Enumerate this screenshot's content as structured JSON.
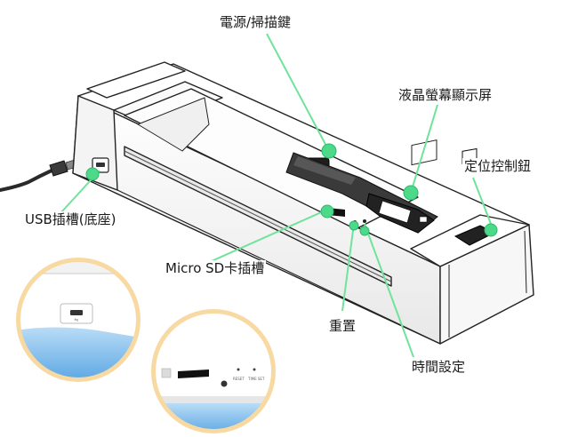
{
  "labels": {
    "power_scan_key": "電源/掃描鍵",
    "lcd_display": "液晶螢幕顯示屏",
    "positioning_controller": "定位控制鈕",
    "usb_slot": "USB插槽(底座)",
    "microsd_slot": "Micro SD卡插槽",
    "reset": "重置",
    "time_setting": "時間設定"
  },
  "closeup_text": {
    "reset": "RESET",
    "time_set": "TIME SET"
  },
  "colors": {
    "accent_line": "#6fe39a",
    "dot": "#4cd98a",
    "circle_border": "#f7d9a1",
    "closeup_blue": "#6fb4ea"
  }
}
